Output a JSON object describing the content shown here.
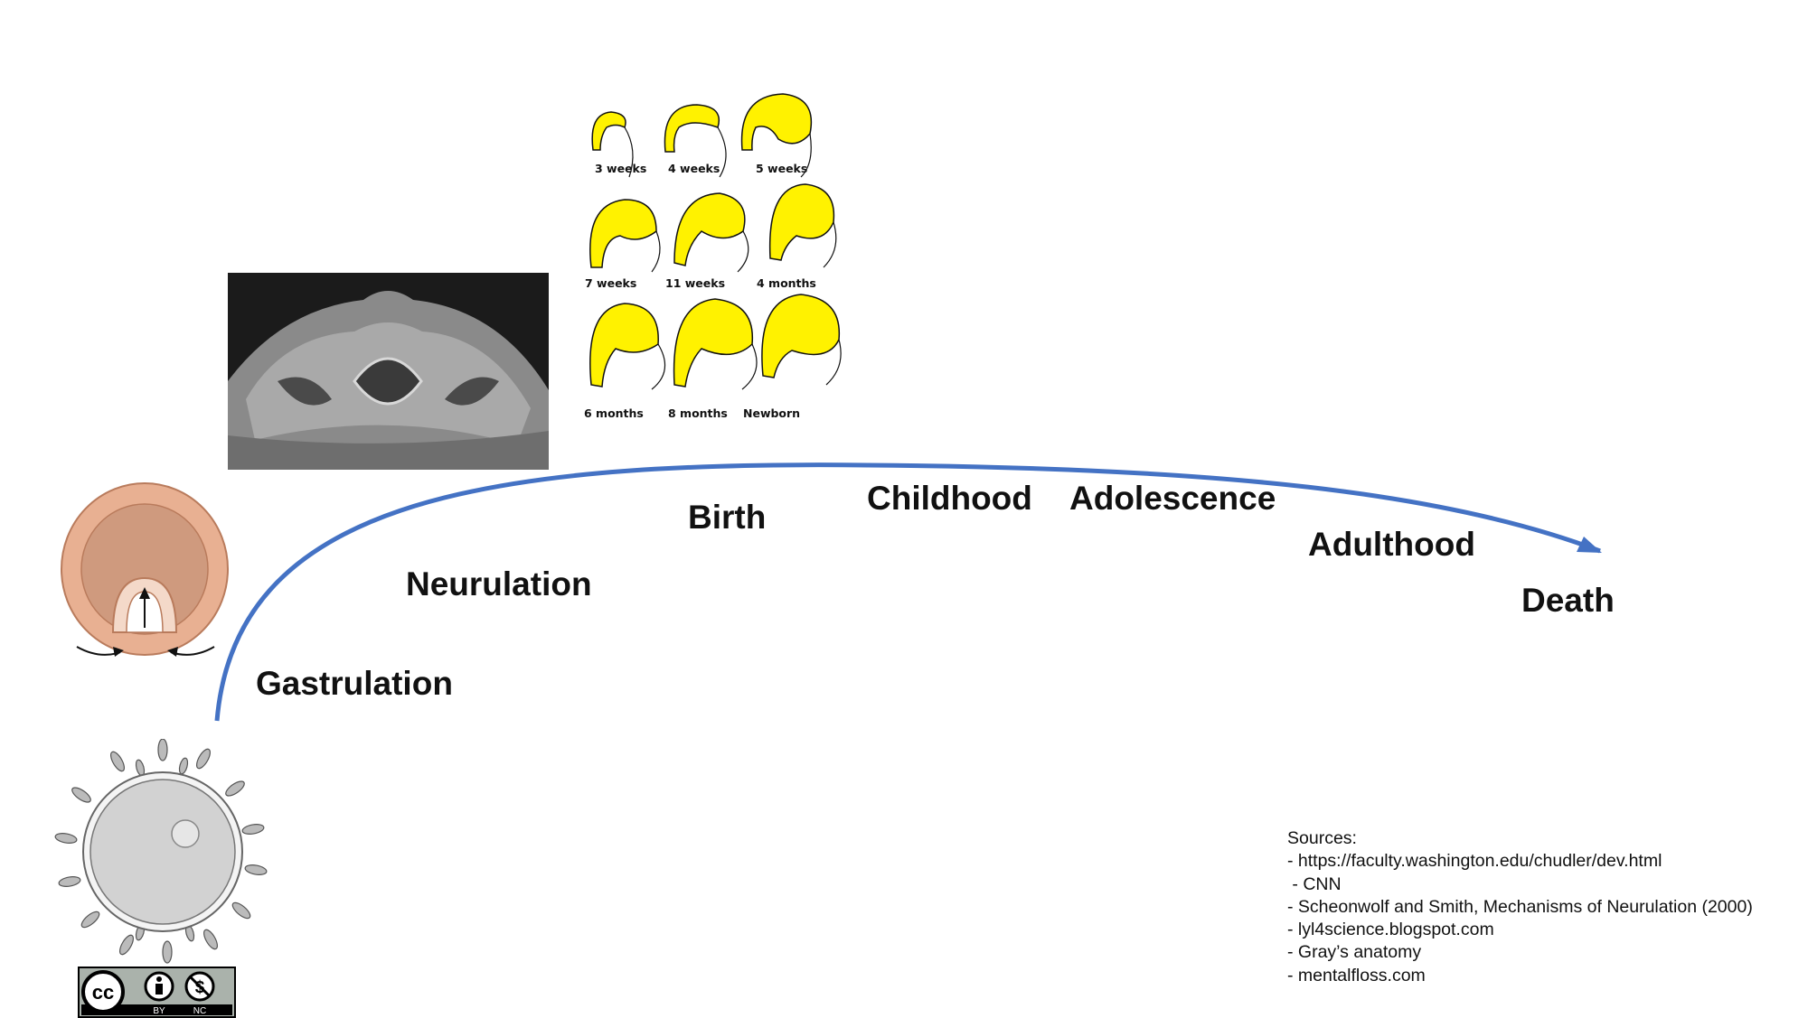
{
  "timeline": {
    "stages": [
      {
        "id": "gastrulation",
        "label": "Gastrulation"
      },
      {
        "id": "neurulation",
        "label": "Neurulation"
      },
      {
        "id": "birth",
        "label": "Birth"
      },
      {
        "id": "childhood",
        "label": "Childhood"
      },
      {
        "id": "adolescence",
        "label": "Adolescence"
      },
      {
        "id": "adulthood",
        "label": "Adulthood"
      },
      {
        "id": "death",
        "label": "Death"
      }
    ],
    "arrow_color": "#4472C4"
  },
  "brain_development": {
    "captions": [
      "3 weeks",
      "4 weeks",
      "5 weeks",
      "7 weeks",
      "11 weeks",
      "4 months",
      "6 months",
      "8 months",
      "Newborn"
    ],
    "highlight_color": "#FFF200"
  },
  "sources": {
    "heading": "Sources:",
    "items": [
      "- https://faculty.washington.edu/chudler/dev.html",
      " - CNN",
      "- Scheonwolf and Smith, Mechanisms of Neurulation (2000)",
      "- lyl4science.blogspot.com",
      "- Gray’s anatomy",
      "- mentalfloss.com"
    ]
  },
  "license_badge": {
    "left": "BY",
    "right": "NC"
  }
}
